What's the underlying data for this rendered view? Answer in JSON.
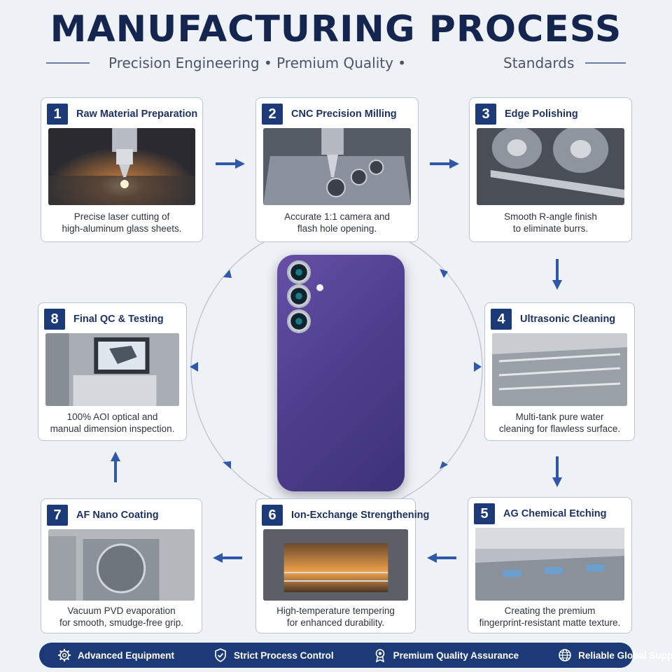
{
  "header": {
    "title": "MANUFACTURING PROCESS",
    "subtitle_left": "Precision Engineering • Premium Quality •",
    "subtitle_right": "Standards"
  },
  "steps": [
    {
      "number": "1",
      "title": "Raw Material Preparation",
      "desc_line1": "Precise laser cutting of",
      "desc_line2": "high-aluminum glass sheets.",
      "image": "laser-cutting-photo"
    },
    {
      "number": "2",
      "title": "CNC Precision Milling",
      "desc_line1": "Accurate 1:1 camera and",
      "desc_line2": "flash hole opening.",
      "image": "cnc-milling-photo"
    },
    {
      "number": "3",
      "title": "Edge Polishing",
      "desc_line1": "Smooth R-angle finish",
      "desc_line2": "to eliminate burrs.",
      "image": "edge-polishing-photo"
    },
    {
      "number": "4",
      "title": "Ultrasonic Cleaning",
      "desc_line1": "Multi-tank pure water",
      "desc_line2": "cleaning for flawless surface.",
      "image": "ultrasonic-tanks-photo"
    },
    {
      "number": "5",
      "title": "AG Chemical Etching",
      "desc_line1": "Creating the premium",
      "desc_line2": "fingerprint-resistant matte texture.",
      "image": "chemical-etching-line-photo"
    },
    {
      "number": "6",
      "title": "Ion-Exchange Strengthening",
      "desc_line1": "High-temperature tempering",
      "desc_line2": "for enhanced durability.",
      "image": "tempering-furnace-photo"
    },
    {
      "number": "7",
      "title": "AF Nano Coating",
      "desc_line1": "Vacuum PVD evaporation",
      "desc_line2": "for smooth, smudge-free grip.",
      "image": "pvd-coating-chamber-photo"
    },
    {
      "number": "8",
      "title": "Final QC & Testing",
      "desc_line1": "100% AOI optical and",
      "desc_line2": "manual dimension inspection.",
      "image": "aoi-inspection-photo"
    }
  ],
  "center": {
    "image": "purple-phone-back-cover",
    "color": "#5a479c"
  },
  "footer": {
    "items": [
      {
        "label": "Advanced Equipment",
        "icon": "gear-icon"
      },
      {
        "label": "Strict Process Control",
        "icon": "shield-check-icon"
      },
      {
        "label": "Premium Quality Assurance",
        "icon": "award-ribbon-icon"
      },
      {
        "label": "Reliable Global Supply",
        "icon": "globe-icon"
      }
    ]
  },
  "colors": {
    "navy": "#1c3a78",
    "title": "#14264f",
    "background": "#eef1f5",
    "arrow": "#2f58a8"
  }
}
